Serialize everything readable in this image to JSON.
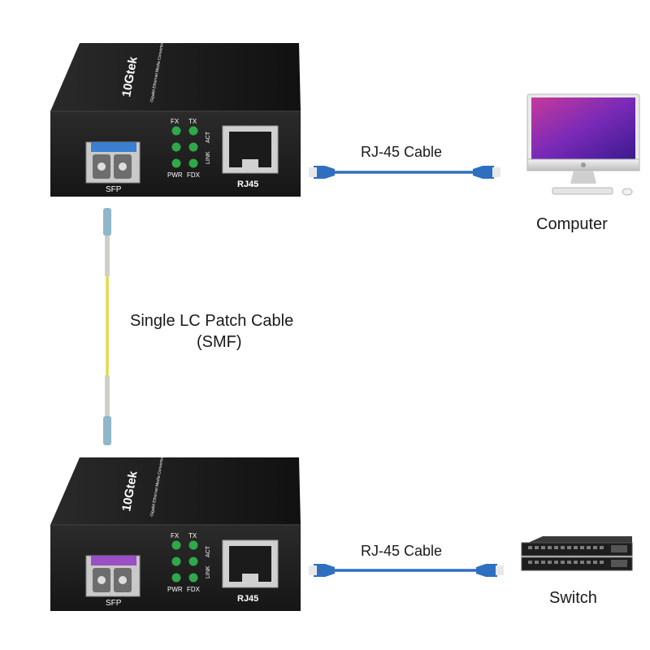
{
  "converter_top": {
    "brand": "10Gtek",
    "model": "Gigabit Ethernet Media Converter",
    "leds": {
      "fx": "FX",
      "tx": "TX",
      "act": "ACT",
      "link": "LINK",
      "pwr": "PWR",
      "fdx": "FDX"
    },
    "port_rj45": "RJ45",
    "port_sfp": "SFP",
    "sfp_color": "#3a7fd0"
  },
  "converter_bottom": {
    "brand": "10Gtek",
    "model": "Gigabit Ethernet Media Converter",
    "leds": {
      "fx": "FX",
      "tx": "TX",
      "act": "ACT",
      "link": "LINK",
      "pwr": "PWR",
      "fdx": "FDX"
    },
    "port_rj45": "RJ45",
    "port_sfp": "SFP",
    "sfp_color": "#9a4fc4"
  },
  "cable_top_label": "RJ-45 Cable",
  "cable_bottom_label": "RJ-45 Cable",
  "computer_label": "Computer",
  "switch_label": "Switch",
  "fiber_label_line1": "Single LC Patch Cable",
  "fiber_label_line2": "(SMF)",
  "colors": {
    "rj45_cable": "#2f6fc0",
    "fiber_cable": "#e6d84a",
    "led": "#2fa84a",
    "chassis": "#1f1f1f"
  }
}
